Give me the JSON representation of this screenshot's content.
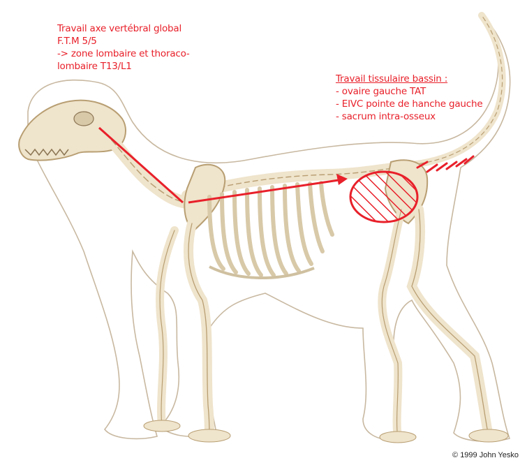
{
  "annotations": {
    "spine": {
      "lines": [
        "Travail axe vertébral global",
        "F.T.M 5/5",
        "-> zone lombaire et thoraco-",
        "lombaire T13/L1"
      ]
    },
    "pelvis": {
      "heading": "Travail tissulaire bassin :",
      "items": [
        "- ovaire gauche TAT",
        "- EIVC pointe de hanche gauche",
        "- sacrum intra-osseux"
      ]
    }
  },
  "credit": "© 1999 John Yesko",
  "colors": {
    "annotation": "#e8202a",
    "bone": "#efe4cc",
    "bone_outline": "#b89e72",
    "body_outline": "#c8b8a0"
  }
}
